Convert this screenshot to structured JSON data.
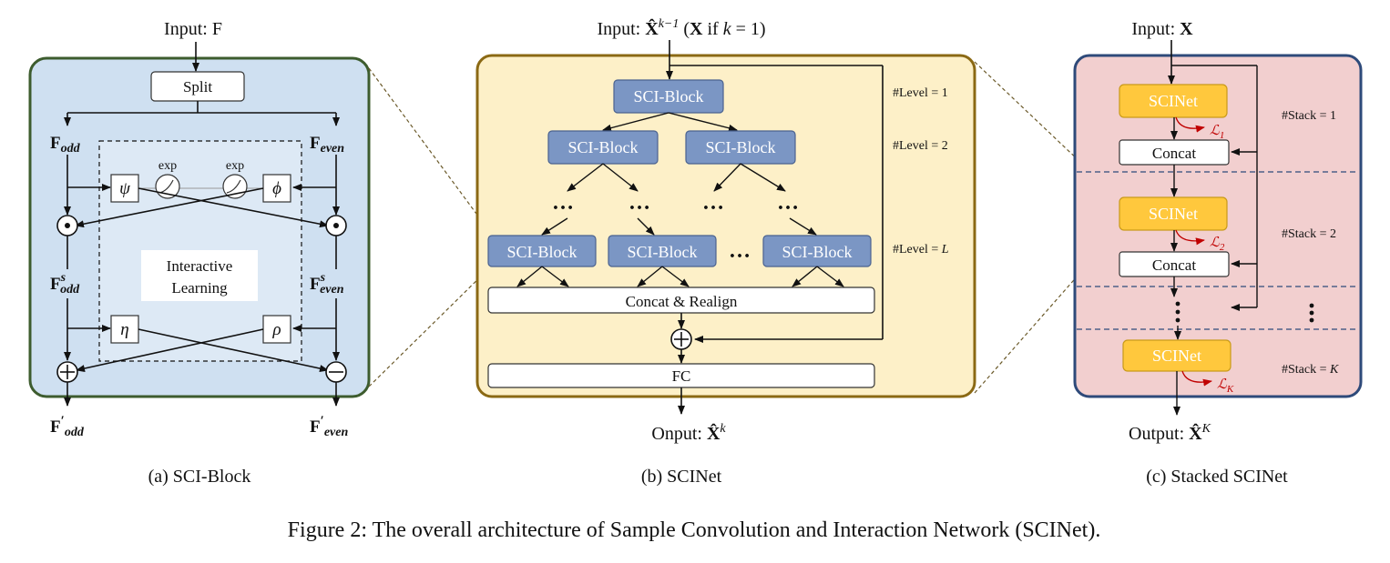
{
  "panel_a": {
    "input": "Input: F",
    "split": "Split",
    "f_odd": "F_odd",
    "f_even": "F_even",
    "psi": "ψ",
    "phi": "ϕ",
    "exp": "exp",
    "interactive_learning": [
      "Interactive",
      "Learning"
    ],
    "f_s_odd": "F^s_odd",
    "f_s_even": "F^s_even",
    "eta": "η",
    "rho": "ρ",
    "f_prime_odd": "F'_odd",
    "f_prime_even": "F'_even",
    "caption": "(a) SCI-Block",
    "colors": {
      "fill": "#cfe0f1",
      "border": "#3d5c2e"
    }
  },
  "panel_b": {
    "input": "Input: X̂^(k−1) (X if k = 1)",
    "sci_block": "SCI-Block",
    "ellipsis": "…",
    "level_1": "#Level = 1",
    "level_2": "#Level = 2",
    "level_l": "#Level = L",
    "concat_realign": "Concat & Realign",
    "fc": "FC",
    "output": "Onput: X̂^k",
    "caption": "(b) SCINet",
    "colors": {
      "fill": "#fdf0c8",
      "border": "#8b6914",
      "block": "#7b96c4"
    }
  },
  "panel_c": {
    "input": "Input: X",
    "scinet": "SCINet",
    "concat": "Concat",
    "loss_1": "ℒ1",
    "loss_2": "ℒ2",
    "loss_k": "ℒK",
    "stack_1": "#Stack  = 1",
    "stack_2": "#Stack = 2",
    "stack_k": "#Stack = K",
    "output": "Output: X̂^K",
    "caption": "(c) Stacked SCINet",
    "colors": {
      "fill": "#f2cfcf",
      "border": "#2e4a7a",
      "block": "#ffc83d",
      "loss": "#c00000"
    }
  },
  "figure_caption": "Figure 2: The overall architecture of Sample Convolution and Interaction Network (SCINet)."
}
